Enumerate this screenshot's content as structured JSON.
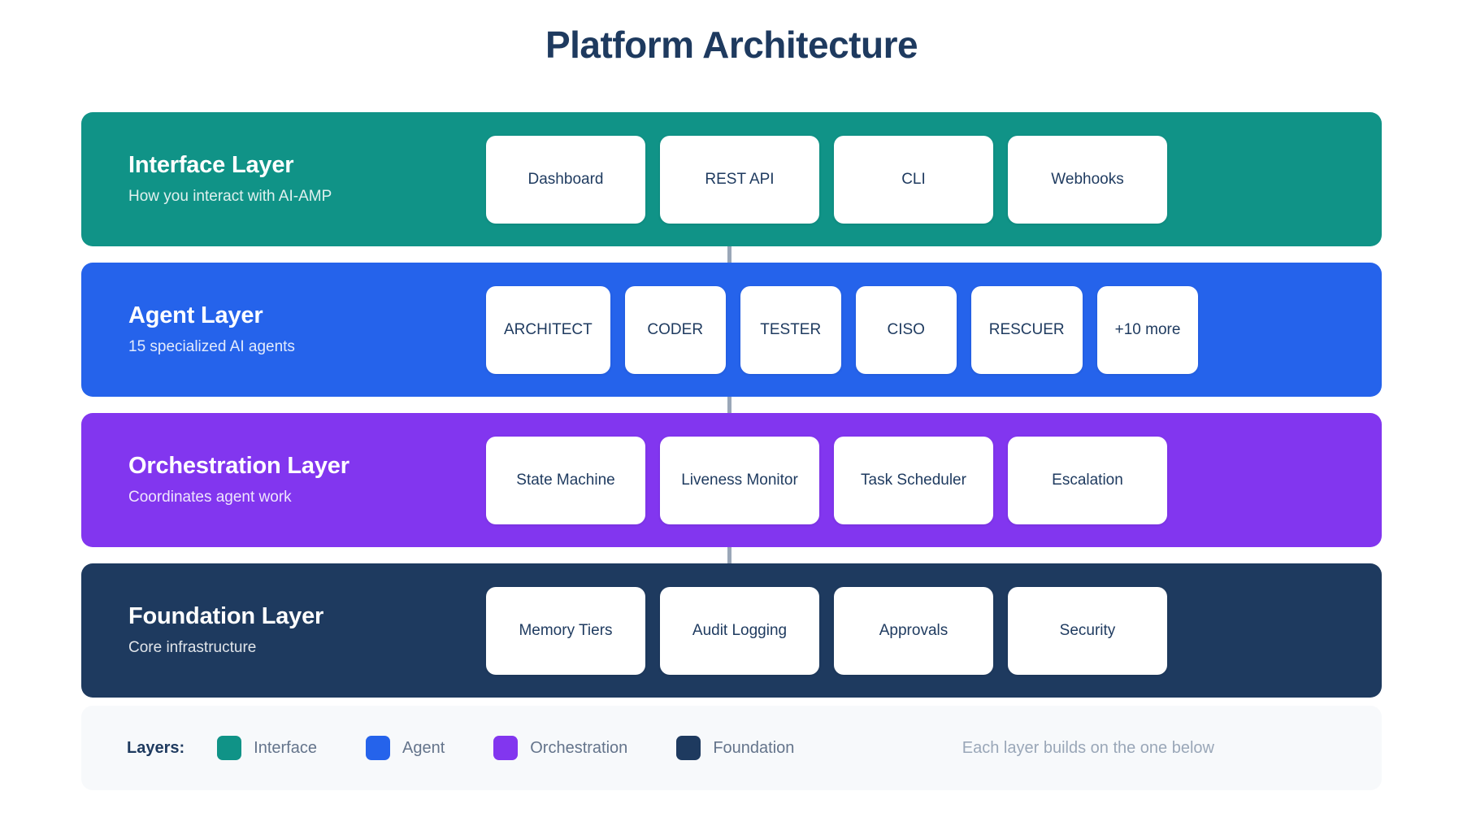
{
  "title": "Platform Architecture",
  "layers": [
    {
      "key": "interface",
      "name": "Interface Layer",
      "desc": "How you interact with AI-AMP",
      "color": "#109387",
      "chips": [
        "Dashboard",
        "REST API",
        "CLI",
        "Webhooks"
      ]
    },
    {
      "key": "agent",
      "name": "Agent Layer",
      "desc": "15 specialized AI agents",
      "color": "#2563eb",
      "chips": [
        "ARCHITECT",
        "CODER",
        "TESTER",
        "CISO",
        "RESCUER",
        "+10 more"
      ]
    },
    {
      "key": "orchestration",
      "name": "Orchestration Layer",
      "desc": "Coordinates agent work",
      "color": "#8236ef",
      "chips": [
        "State Machine",
        "Liveness Monitor",
        "Task Scheduler",
        "Escalation"
      ]
    },
    {
      "key": "foundation",
      "name": "Foundation Layer",
      "desc": "Core infrastructure",
      "color": "#1e3a5f",
      "chips": [
        "Memory Tiers",
        "Audit Logging",
        "Approvals",
        "Security"
      ]
    }
  ],
  "legend": {
    "title": "Layers:",
    "items": [
      {
        "label": "Interface",
        "color": "#109387"
      },
      {
        "label": "Agent",
        "color": "#2563eb"
      },
      {
        "label": "Orchestration",
        "color": "#8236ef"
      },
      {
        "label": "Foundation",
        "color": "#1e3a5f"
      }
    ],
    "hint": "Each layer builds on the one below"
  }
}
